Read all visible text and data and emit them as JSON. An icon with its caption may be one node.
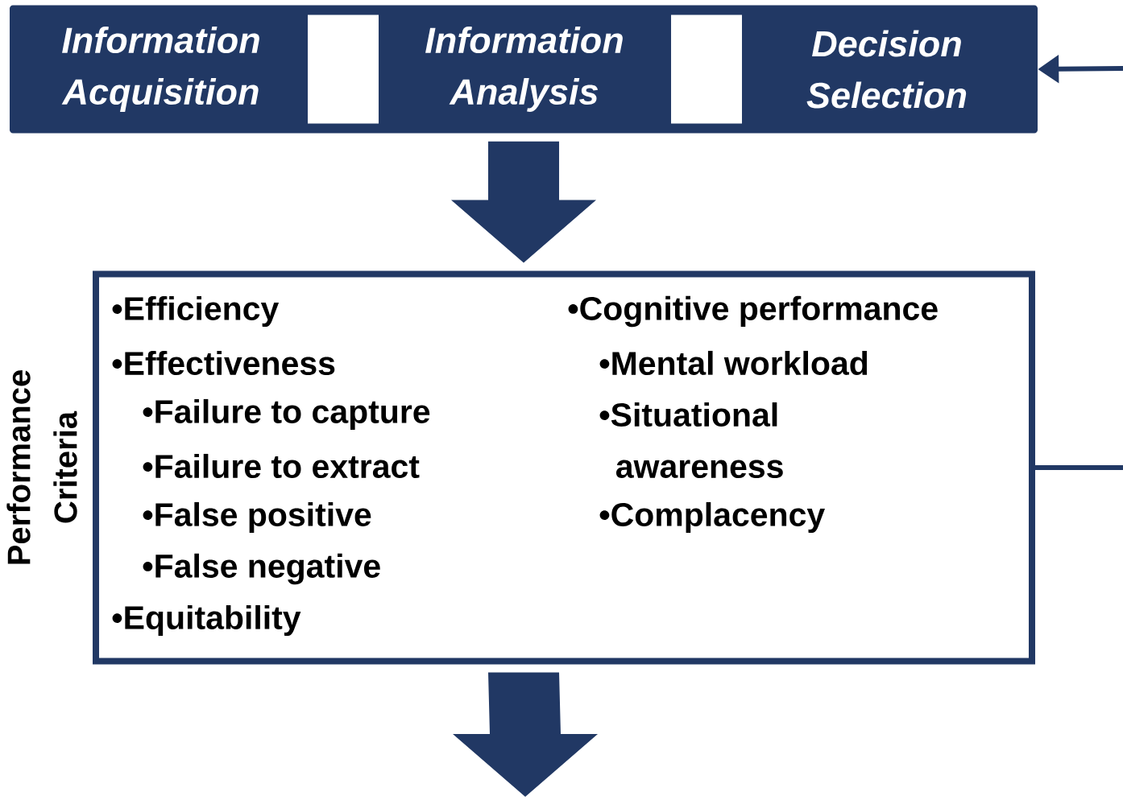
{
  "diagram": {
    "nodes": [
      {
        "text": [],
        "shape": "bar"
      },
      {
        "text": [
          "Information Acquisition"
        ],
        "in": 0
      },
      {
        "text": [],
        "shape": "box",
        "in": 0
      },
      {
        "text": [
          "Information Analysis"
        ],
        "in": 0
      },
      {
        "text": [],
        "shape": "box",
        "in": 0
      },
      {
        "text": [
          "Decision Selection"
        ],
        "in": 0
      },
      {
        "text": [
          "Performance Criteria",
          "•Efficiency",
          "•Effectiveness",
          "•Failure to capture",
          "•Failure to extract",
          "•False positive",
          "•False negative",
          "•Equitability",
          "•Cognitive performance",
          "•Mental workload",
          "•Situational awareness",
          "•Complacency"
        ]
      }
    ],
    "edges": [
      {
        "from": null,
        "to": 0,
        "arrow": "to"
      },
      {
        "from": 0,
        "to": 6,
        "arrow": "to",
        "style": "thick"
      },
      {
        "from": 6,
        "to": null,
        "arrow": "to",
        "style": "thick"
      },
      {
        "from": 6,
        "to": null,
        "arrow": "none"
      }
    ]
  }
}
